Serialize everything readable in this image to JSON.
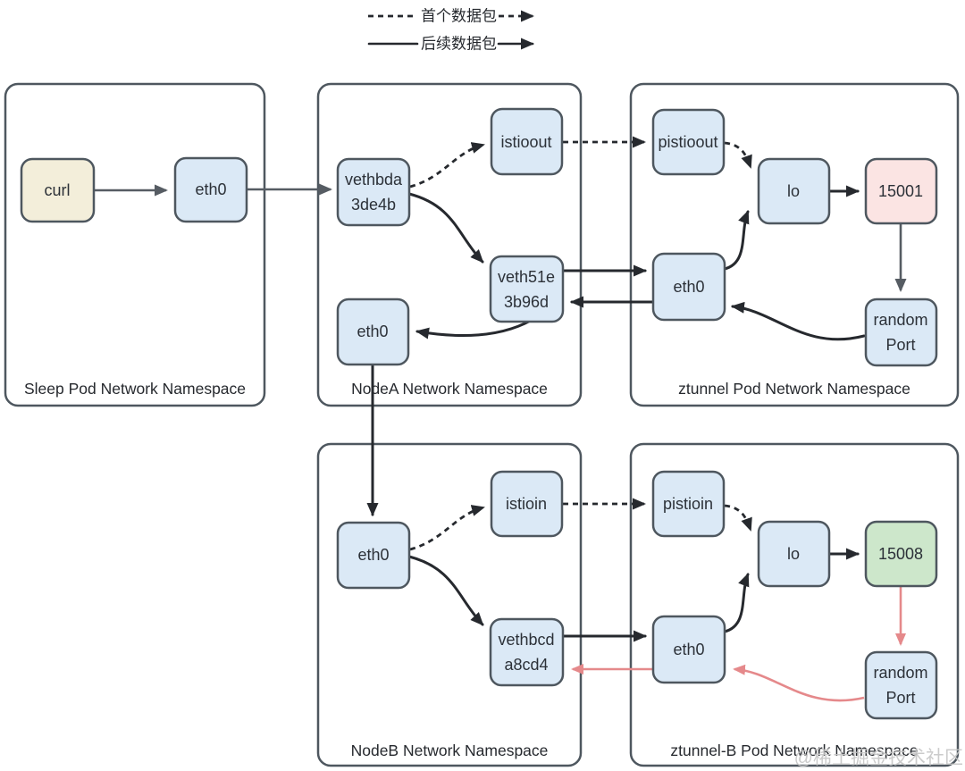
{
  "legend": {
    "first_packet_label": "首个数据包",
    "subsequent_packet_label": "后续数据包"
  },
  "containers": {
    "sleep_pod": {
      "label": "Sleep Pod Network Namespace",
      "nodes": {
        "curl": "curl",
        "eth0": "eth0"
      }
    },
    "node_a": {
      "label": "NodeA Network Namespace",
      "nodes": {
        "vethbda": {
          "line1": "vethbda",
          "line2": "3de4b"
        },
        "istioout": "istioout",
        "veth51e": {
          "line1": "veth51e",
          "line2": "3b96d"
        },
        "eth0": "eth0"
      }
    },
    "ztunnel_pod": {
      "label": "ztunnel Pod Network Namespace",
      "nodes": {
        "pistioout": "pistioout",
        "lo": "lo",
        "port_15001": "15001",
        "eth0": "eth0",
        "random_port": {
          "line1": "random",
          "line2": "Port"
        }
      }
    },
    "node_b": {
      "label": "NodeB Network Namespace",
      "nodes": {
        "eth0": "eth0",
        "istioin": "istioin",
        "vethbcd": {
          "line1": "vethbcd",
          "line2": "a8cd4"
        }
      }
    },
    "ztunnel_b_pod": {
      "label": "ztunnel-B Pod Network Namespace",
      "nodes": {
        "pistioin": "pistioin",
        "lo": "lo",
        "port_15008": "15008",
        "eth0": "eth0",
        "random_port": {
          "line1": "random",
          "line2": "Port"
        }
      }
    }
  },
  "colors": {
    "box_blue": "#dbe9f6",
    "box_cream": "#f3eeda",
    "box_pink": "#fbe4e3",
    "box_green": "#cde7cb",
    "box_stroke": "#4e575f",
    "arrow_dark": "#26292e",
    "arrow_gray": "#565c63",
    "arrow_red": "#e5898b"
  },
  "watermark": "@稀土掘金技术社区"
}
